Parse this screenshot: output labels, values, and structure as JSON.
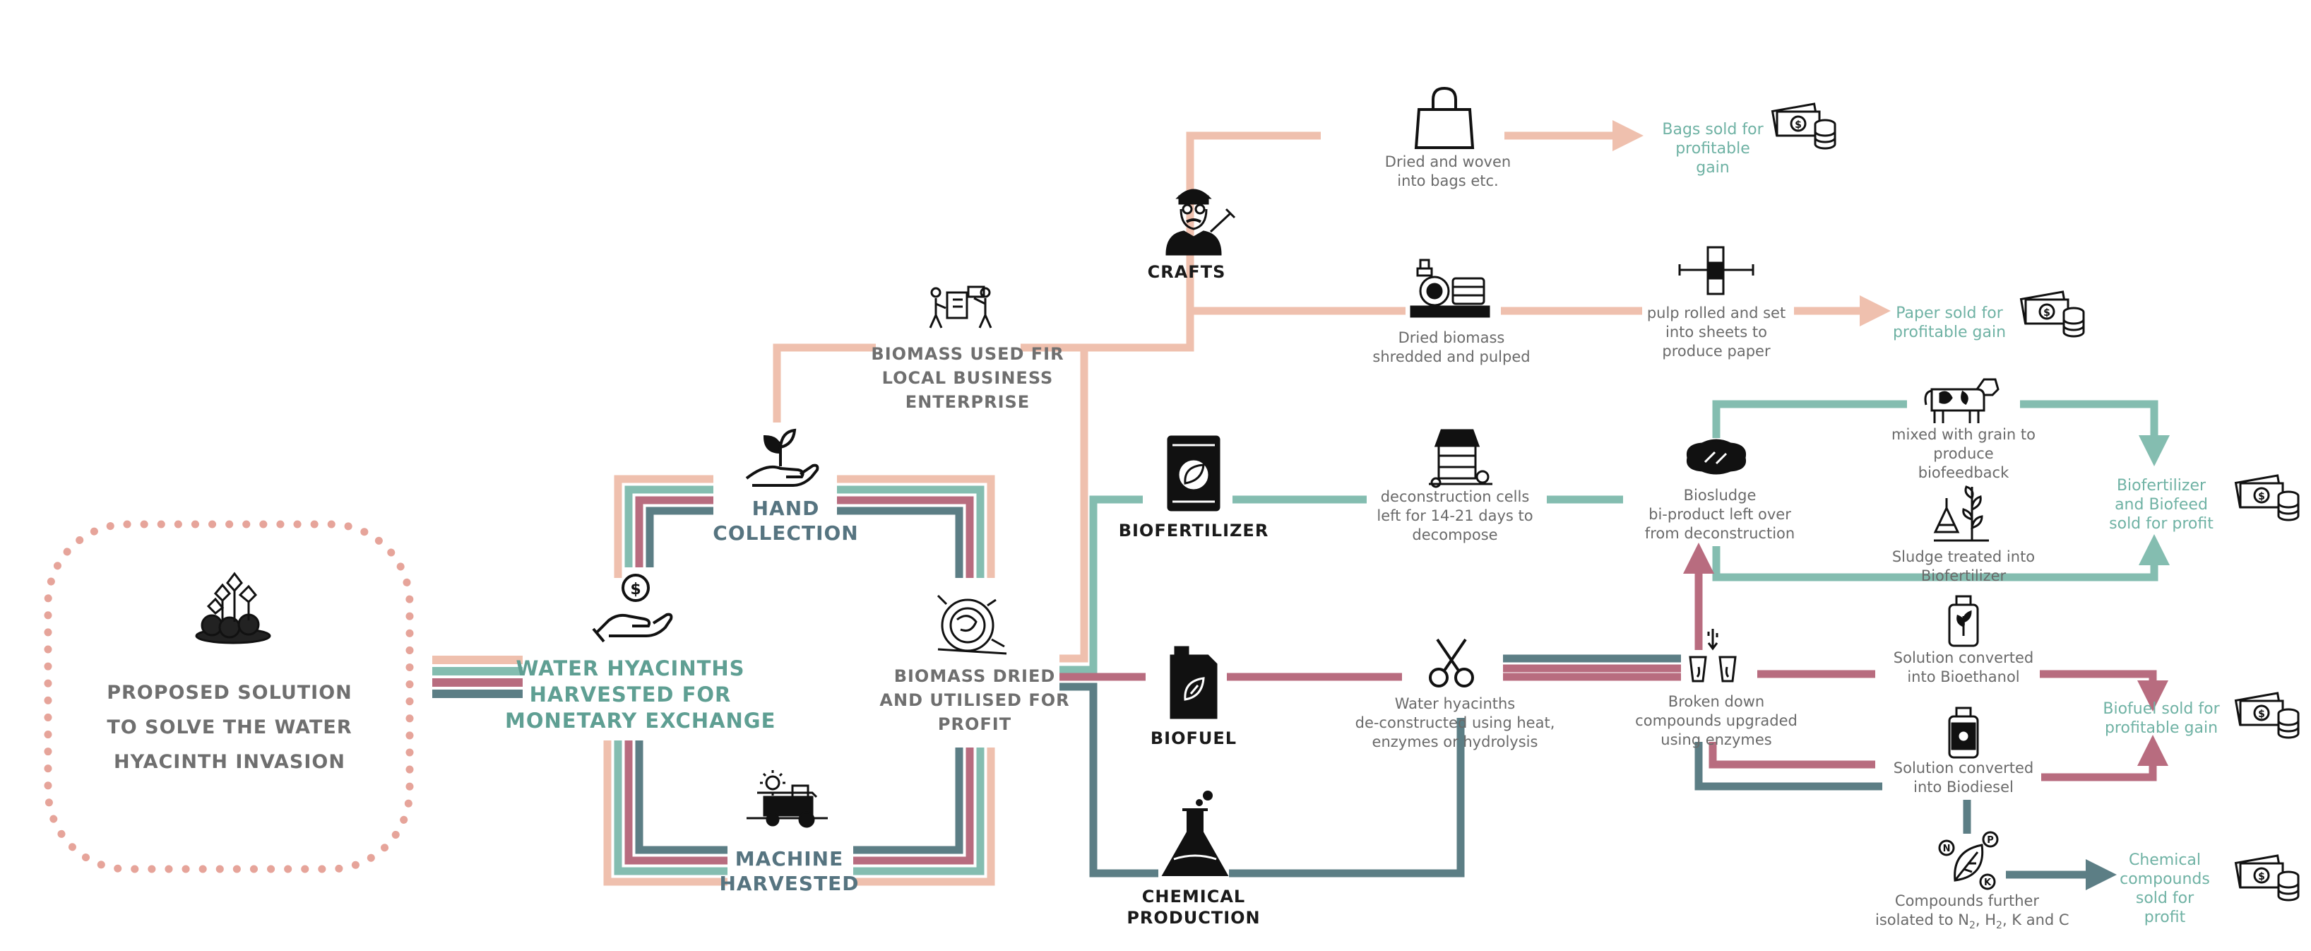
{
  "colors": {
    "peach": "#efc0ae",
    "teal": "#84bdb0",
    "maroon": "#b86c7f",
    "slate": "#5c7e85",
    "dots": "#e6a49a",
    "icon": "#111111"
  },
  "labels": {
    "proposed": [
      "PROPOSED SOLUTION",
      "TO SOLVE THE WATER",
      "HYACINTH INVASION"
    ],
    "harvested": [
      "WATER HYACINTHS",
      "HARVESTED FOR",
      "MONETARY EXCHANGE"
    ],
    "hand": [
      "HAND",
      "COLLECTION"
    ],
    "machine": [
      "MACHINE",
      "HARVESTED"
    ],
    "biomass_used": [
      "BIOMASS USED FIR",
      "LOCAL BUSINESS",
      "ENTERPRISE"
    ],
    "biomass_dried": [
      "BIOMASS DRIED",
      "AND UTILISED FOR",
      "PROFIT"
    ],
    "crafts": "CRAFTS",
    "biofertilizer": "BIOFERTILIZER",
    "biofuel": "BIOFUEL",
    "chemical": [
      "CHEMICAL",
      "PRODUCTION"
    ],
    "bags": [
      "Dried and woven",
      "into bags  etc."
    ],
    "bags_sold": [
      "Bags sold for",
      "profitable",
      "gain"
    ],
    "shredded": [
      "Dried biomass",
      "shredded and pulped"
    ],
    "pulp": [
      "pulp rolled and set",
      "into sheets to",
      "produce paper"
    ],
    "paper_sold": [
      "Paper sold for",
      "profitable gain"
    ],
    "deconstruction": [
      "deconstruction cells",
      "left for 14-21 days to",
      "decompose"
    ],
    "biosludge": [
      "Biosludge",
      "bi-product left over",
      "from deconstruction"
    ],
    "mixed": [
      "mixed with grain to",
      "produce",
      "biofeedback"
    ],
    "sludge": [
      "Sludge treated into",
      "Biofertilizer"
    ],
    "biofert_sold": [
      "Biofertilizer",
      "and Biofeed",
      "sold for profit"
    ],
    "deconstructed": [
      "Water hyacinths",
      "de-constructed using heat,",
      "enzymes or hydrolysis"
    ],
    "broken": [
      "Broken down",
      "compounds upgraded",
      "using enzymes"
    ],
    "bioethanol": [
      "Solution converted",
      "into Bioethanol"
    ],
    "biodiesel": [
      "Solution converted",
      "into Biodiesel"
    ],
    "biofuel_sold": [
      "Biofuel sold for",
      "profitable gain"
    ],
    "compounds": [
      "Compounds further",
      "isolated to N",
      "2",
      ", H",
      "2",
      ", K and C"
    ],
    "chem_sold": [
      "Chemical",
      "compounds",
      "sold for",
      "profit"
    ]
  },
  "icons": [
    "hyacinth-flower-icon",
    "hand-coin-icon",
    "hand-plant-icon",
    "tractor-icon",
    "hay-bale-icon",
    "workers-icon",
    "craftsman-icon",
    "shopping-bag-icon",
    "shredder-machine-icon",
    "paper-sheets-icon",
    "money-stack-icon",
    "fertilizer-bag-icon",
    "fuel-canister-icon",
    "flask-icon",
    "decomposer-tank-icon",
    "sludge-icon",
    "cow-icon",
    "plant-lab-icon",
    "scissors-icon",
    "broken-compound-icon",
    "ethanol-bottle-icon",
    "diesel-bottle-icon",
    "nutrient-leaf-icon"
  ]
}
